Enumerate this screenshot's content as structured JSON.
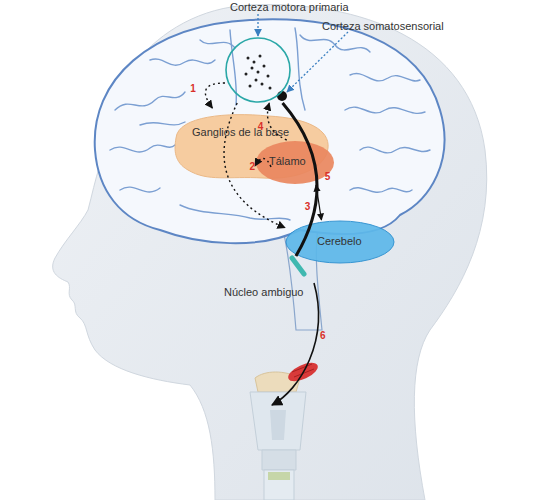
{
  "diagram": {
    "nodes": [
      {
        "text": [
          "Corteza motora primaria"
        ]
      },
      {
        "text": [
          "Ganglios de la base"
        ]
      },
      {
        "text": [
          "Tálamo"
        ]
      },
      {
        "text": [
          "Cerebelo"
        ]
      },
      {
        "text": [
          "Núcleo ambiguo"
        ]
      }
    ],
    "edges": [
      {
        "from": 0,
        "to": 1,
        "label": "1",
        "arrow": "to"
      },
      {
        "from": 1,
        "to": 2,
        "label": "2",
        "arrow": "to"
      },
      {
        "from": 2,
        "to": 0,
        "label": "4",
        "arrow": "to"
      },
      {
        "from": 2,
        "to": 3,
        "label": "3",
        "arrow": "both"
      },
      {
        "from": 0,
        "to": 3,
        "arrow": "to"
      },
      {
        "from": 0,
        "to": 4,
        "label": "5",
        "arrow": "none"
      }
    ],
    "labels": [
      "Corteza somatosensorial",
      "6"
    ]
  }
}
